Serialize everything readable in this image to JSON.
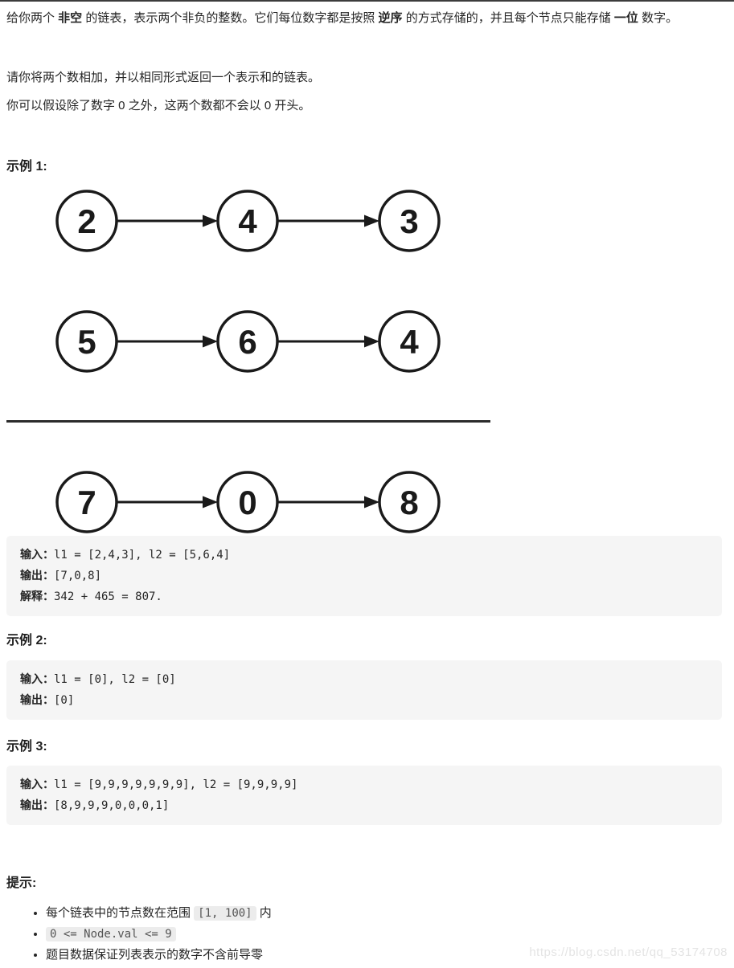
{
  "description": {
    "p1": {
      "s0": "给你两个 ",
      "b0": "非空",
      "s1": " 的链表，表示两个非负的整数。它们每位数字都是按照 ",
      "b1": "逆序",
      "s2": " 的方式存储的，并且每个节点只能存储 ",
      "b2": "一位",
      "s3": " 数字。"
    },
    "p2": "请你将两个数相加，并以相同形式返回一个表示和的链表。",
    "p3": "你可以假设除了数字 0 之外，这两个数都不会以 0 开头。"
  },
  "example1": {
    "heading": "示例 1:",
    "diagram": {
      "l1": [
        "2",
        "4",
        "3"
      ],
      "l2": [
        "5",
        "6",
        "4"
      ],
      "sum": [
        "7",
        "0",
        "8"
      ]
    },
    "io": [
      {
        "label": "输入：",
        "value": "l1 = [2,4,3], l2 = [5,6,4]"
      },
      {
        "label": "输出：",
        "value": "[7,0,8]"
      },
      {
        "label": "解释：",
        "value": "342 + 465 = 807."
      }
    ]
  },
  "example2": {
    "heading": "示例 2:",
    "io": [
      {
        "label": "输入：",
        "value": "l1 = [0], l2 = [0]"
      },
      {
        "label": "输出：",
        "value": "[0]"
      }
    ]
  },
  "example3": {
    "heading": "示例 3:",
    "io": [
      {
        "label": "输入：",
        "value": "l1 = [9,9,9,9,9,9,9], l2 = [9,9,9,9]"
      },
      {
        "label": "输出：",
        "value": "[8,9,9,9,0,0,0,1]"
      }
    ]
  },
  "hints": {
    "heading": "提示:",
    "items": [
      {
        "pre": "每个链表中的节点数在范围 ",
        "code": "[1, 100]",
        "post": " 内"
      },
      {
        "pre": "",
        "code": "0 <= Node.val <= 9",
        "post": ""
      },
      {
        "pre": "题目数据保证列表表示的数字不含前导零",
        "code": "",
        "post": ""
      }
    ]
  },
  "watermark": "https://blog.csdn.net/qq_53174708"
}
